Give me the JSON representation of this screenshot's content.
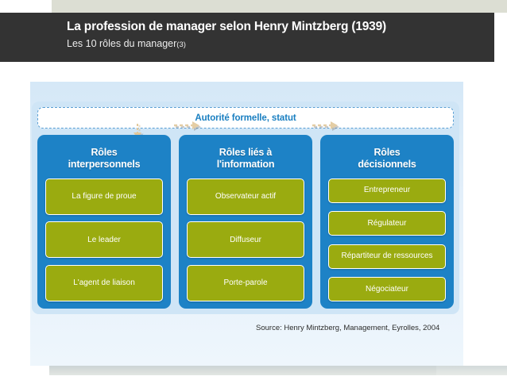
{
  "header": {
    "title": "La profession de manager selon Henry Mintzberg (1939)",
    "subtitle": "Les 10 rôles du manager",
    "subtitle_suffix": "(3)"
  },
  "diagram": {
    "authority_label": "Autorité formelle, statut",
    "columns": [
      {
        "title_line1": "Rôles",
        "title_line2": "interpersonnels",
        "items": [
          "La figure de proue",
          "Le leader",
          "L'agent de liaison"
        ]
      },
      {
        "title_line1": "Rôles liés à",
        "title_line2": "l'information",
        "items": [
          "Observateur actif",
          "Diffuseur",
          "Porte-parole"
        ]
      },
      {
        "title_line1": "Rôles",
        "title_line2": "décisionnels",
        "items": [
          "Entrepreneur",
          "Régulateur",
          "Répartiteur de ressources",
          "Négociateur"
        ]
      }
    ]
  },
  "source": "Source: Henry Mintzberg, Management, Eyrolles, 2004",
  "colors": {
    "header_band": "#333333",
    "panel_blue": "#1d82c6",
    "role_green": "#9aab10",
    "container_light_blue": "#cfe5f6",
    "accent_text_blue": "#1a7fc1",
    "arrow_tan": "#e8cfa0"
  }
}
